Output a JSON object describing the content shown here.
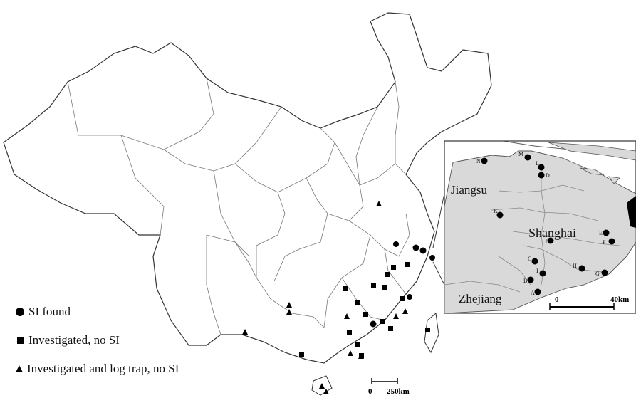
{
  "legend": {
    "si_found": "SI found",
    "investigated_no_si": "Investigated, no SI",
    "investigated_log_trap": "Investigated and log trap, no SI"
  },
  "scale": {
    "main_zero": "0",
    "main_distance": "250km",
    "inset_zero": "0",
    "inset_distance": "40km"
  },
  "inset_labels": {
    "jiangsu": "Jiangsu",
    "shanghai": "Shanghai",
    "zhejiang": "Zhejiang"
  },
  "site_letters": [
    "A",
    "B",
    "C",
    "D",
    "E",
    "F",
    "G",
    "H",
    "I",
    "J",
    "K",
    "L",
    "M",
    "N"
  ],
  "colors": {
    "land_inset": "#dcdcdc",
    "border": "#555555",
    "symbol": "#000000"
  }
}
